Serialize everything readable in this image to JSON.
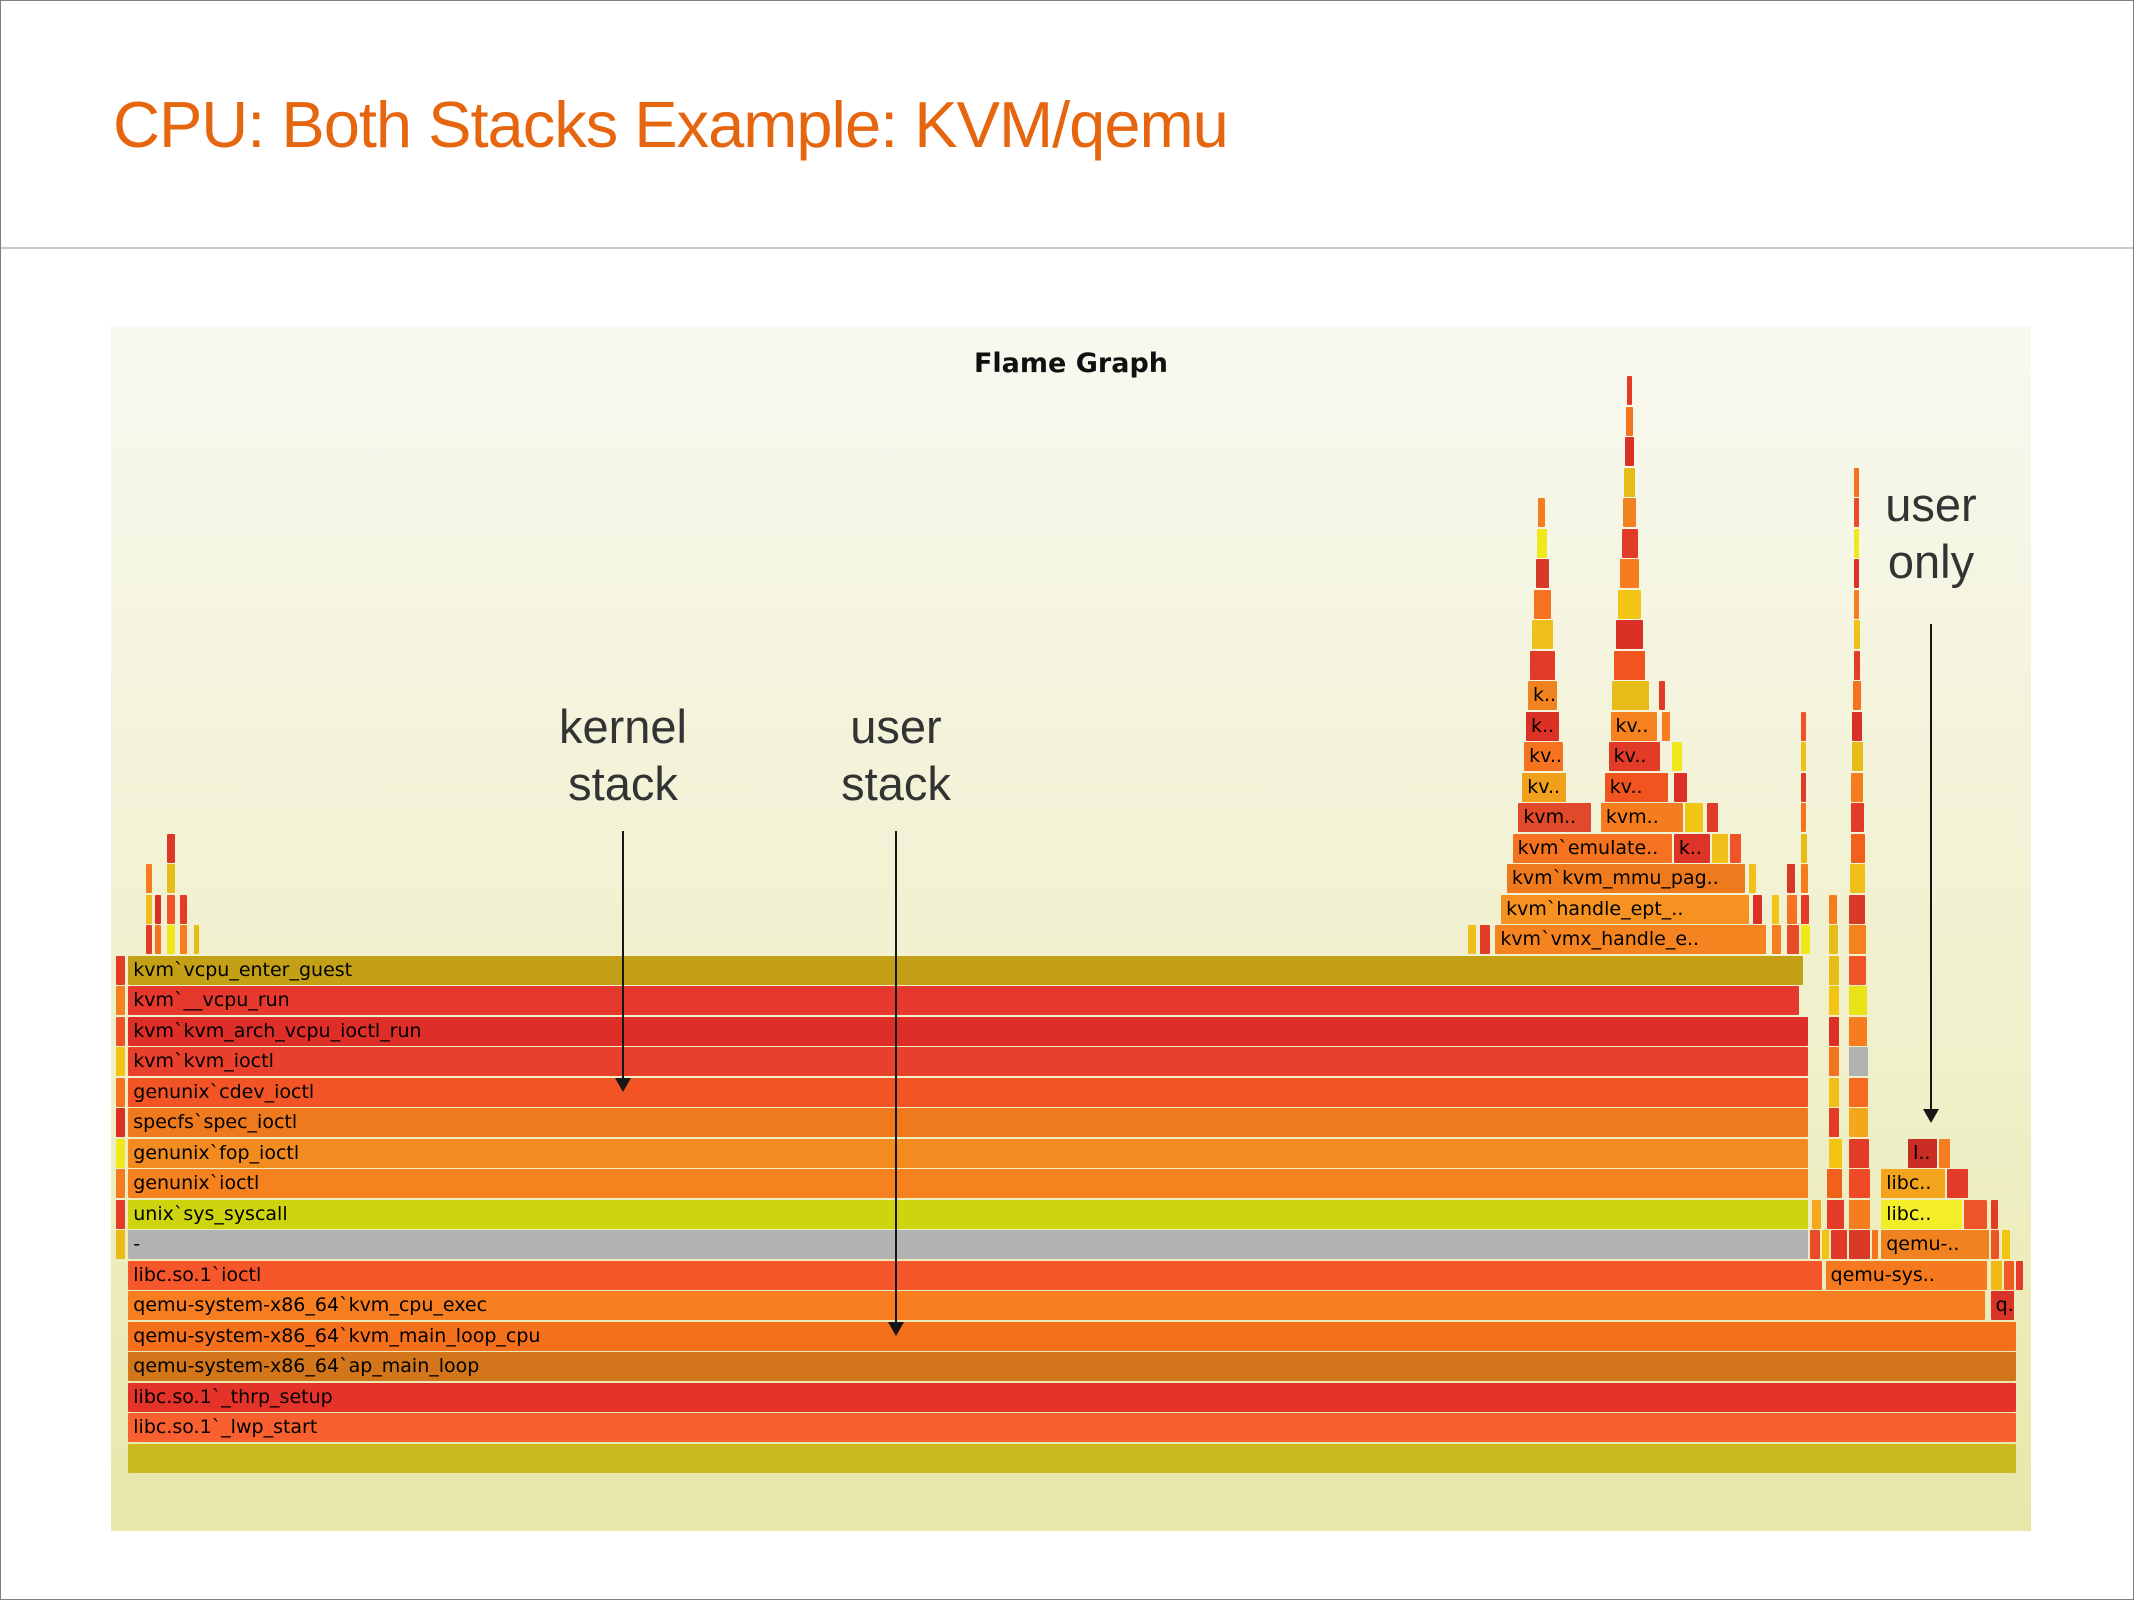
{
  "slide": {
    "title": "CPU: Both Stacks Example: KVM/qemu"
  },
  "chart_data": {
    "type": "flamegraph",
    "title": "Flame Graph",
    "annotations": [
      {
        "label": "kernel\nstack"
      },
      {
        "label": "user\nstack"
      },
      {
        "label": "user\nonly"
      }
    ],
    "frames": [
      {
        "d": 0,
        "x": 0.9,
        "w": 98.3,
        "c": "#c9b91d",
        "t": ""
      },
      {
        "d": 1,
        "x": 0.9,
        "w": 98.3,
        "c": "#f86030",
        "t": "libc.so.1`_lwp_start"
      },
      {
        "d": 2,
        "x": 0.9,
        "w": 98.3,
        "c": "#e43329",
        "t": "libc.so.1`_thrp_setup"
      },
      {
        "d": 3,
        "x": 0.9,
        "w": 98.3,
        "c": "#d3761b",
        "t": "qemu-system-x86_64`ap_main_loop"
      },
      {
        "d": 4,
        "x": 0.9,
        "w": 98.3,
        "c": "#f4701d",
        "t": "qemu-system-x86_64`kvm_main_loop_cpu"
      },
      {
        "d": 5,
        "x": 0.9,
        "w": 96.7,
        "c": "#f67e21",
        "t": "qemu-system-x86_64`kvm_cpu_exec"
      },
      {
        "d": 5,
        "x": 97.9,
        "w": 1.2,
        "c": "#da3328",
        "t": "q.."
      },
      {
        "d": 6,
        "x": 0.9,
        "w": 88.2,
        "c": "#f5572b",
        "t": "libc.so.1`ioctl"
      },
      {
        "d": 6,
        "x": 89.3,
        "w": 8.4,
        "c": "#f57a1f",
        "t": "qemu-sys.."
      },
      {
        "d": 6,
        "x": 97.9,
        "w": 0.6,
        "c": "#f0b917",
        "t": ""
      },
      {
        "d": 6,
        "x": 98.6,
        "w": 0.5,
        "c": "#ef5c28",
        "t": ""
      },
      {
        "d": 6,
        "x": 99.2,
        "w": 0.4,
        "c": "#e23b27",
        "t": ""
      },
      {
        "d": 7,
        "x": 0.9,
        "w": 87.5,
        "c": "#b2b2b2",
        "t": "-"
      },
      {
        "d": 7,
        "x": 88.5,
        "w": 0.5,
        "c": "#e84a2a",
        "t": ""
      },
      {
        "d": 7,
        "x": 89.1,
        "w": 0.4,
        "c": "#f2c414",
        "t": ""
      },
      {
        "d": 7,
        "x": 89.6,
        "w": 0.8,
        "c": "#e0392b",
        "t": ""
      },
      {
        "d": 7,
        "x": 90.5,
        "w": 1.1,
        "c": "#d93a28",
        "t": ""
      },
      {
        "d": 7,
        "x": 91.7,
        "w": 0.35,
        "c": "#f57320",
        "t": ""
      },
      {
        "d": 7,
        "x": 92.2,
        "w": 5.6,
        "c": "#f08320",
        "t": "qemu-.."
      },
      {
        "d": 7,
        "x": 97.9,
        "w": 0.45,
        "c": "#ef5328",
        "t": ""
      },
      {
        "d": 7,
        "x": 98.5,
        "w": 0.4,
        "c": "#f2c414",
        "t": ""
      },
      {
        "d": 8,
        "x": 0.9,
        "w": 87.5,
        "c": "#ced40e",
        "t": "unix`sys_syscall"
      },
      {
        "d": 8,
        "x": 88.6,
        "w": 0.45,
        "c": "#f3a81b",
        "t": ""
      },
      {
        "d": 8,
        "x": 89.4,
        "w": 0.85,
        "c": "#e23b27",
        "t": ""
      },
      {
        "d": 8,
        "x": 90.5,
        "w": 1.1,
        "c": "#f57d20",
        "t": ""
      },
      {
        "d": 8,
        "x": 92.2,
        "w": 4.2,
        "c": "#f3ee28",
        "t": "libc.."
      },
      {
        "d": 8,
        "x": 96.5,
        "w": 1.2,
        "c": "#ef5328",
        "t": ""
      },
      {
        "d": 8,
        "x": 97.9,
        "w": 0.4,
        "c": "#e23b27",
        "t": ""
      },
      {
        "d": 9,
        "x": 0.9,
        "w": 87.5,
        "c": "#f5821f",
        "t": "genunix`ioctl"
      },
      {
        "d": 9,
        "x": 89.4,
        "w": 0.75,
        "c": "#f2611c",
        "t": ""
      },
      {
        "d": 9,
        "x": 90.5,
        "w": 1.1,
        "c": "#ef4a26",
        "t": ""
      },
      {
        "d": 9,
        "x": 92.2,
        "w": 3.3,
        "c": "#f4a31c",
        "t": "libc.."
      },
      {
        "d": 9,
        "x": 95.6,
        "w": 1.1,
        "c": "#e23b27",
        "t": ""
      },
      {
        "d": 10,
        "x": 0.9,
        "w": 87.5,
        "c": "#f28c20",
        "t": "genunix`fop_ioctl"
      },
      {
        "d": 10,
        "x": 89.5,
        "w": 0.65,
        "c": "#f2c414",
        "t": ""
      },
      {
        "d": 10,
        "x": 90.5,
        "w": 1.05,
        "c": "#e23b27",
        "t": ""
      },
      {
        "d": 10,
        "x": 93.6,
        "w": 1.5,
        "c": "#c92d23",
        "t": "l.."
      },
      {
        "d": 10,
        "x": 95.2,
        "w": 0.6,
        "c": "#f57d20",
        "t": ""
      },
      {
        "d": 11,
        "x": 0.9,
        "w": 87.5,
        "c": "#ee7a1d",
        "t": "specfs`spec_ioctl"
      },
      {
        "d": 11,
        "x": 89.5,
        "w": 0.5,
        "c": "#e23b27",
        "t": ""
      },
      {
        "d": 11,
        "x": 90.5,
        "w": 1.0,
        "c": "#f3a81b",
        "t": ""
      },
      {
        "d": 12,
        "x": 0.9,
        "w": 87.5,
        "c": "#f25426",
        "t": "genunix`cdev_ioctl"
      },
      {
        "d": 12,
        "x": 89.5,
        "w": 0.5,
        "c": "#f0bf1a",
        "t": ""
      },
      {
        "d": 12,
        "x": 90.5,
        "w": 1.0,
        "c": "#f56a1e",
        "t": ""
      },
      {
        "d": 13,
        "x": 0.9,
        "w": 87.5,
        "c": "#e8402c",
        "t": "kvm`kvm_ioctl"
      },
      {
        "d": 13,
        "x": 89.5,
        "w": 0.5,
        "c": "#f57320",
        "t": ""
      },
      {
        "d": 13,
        "x": 90.5,
        "w": 1.0,
        "c": "#b2b2b2",
        "t": ""
      },
      {
        "d": 14,
        "x": 0.9,
        "w": 87.5,
        "c": "#dd2f28",
        "t": "kvm`kvm_arch_vcpu_ioctl_run"
      },
      {
        "d": 14,
        "x": 89.5,
        "w": 0.5,
        "c": "#da3025",
        "t": ""
      },
      {
        "d": 14,
        "x": 90.5,
        "w": 0.95,
        "c": "#f57d20",
        "t": ""
      },
      {
        "d": 15,
        "x": 0.9,
        "w": 87.0,
        "c": "#e5392d",
        "t": "kvm`__vcpu_run"
      },
      {
        "d": 15,
        "x": 89.5,
        "w": 0.5,
        "c": "#f2c414",
        "t": ""
      },
      {
        "d": 15,
        "x": 90.5,
        "w": 0.95,
        "c": "#e8e418",
        "t": ""
      },
      {
        "d": 16,
        "x": 0.9,
        "w": 87.2,
        "c": "#c3a016",
        "t": "kvm`vcpu_enter_guest"
      },
      {
        "d": 16,
        "x": 89.5,
        "w": 0.5,
        "c": "#e8bc18",
        "t": ""
      },
      {
        "d": 16,
        "x": 90.5,
        "w": 0.9,
        "c": "#ef5328",
        "t": ""
      },
      {
        "d": 7,
        "x": 0.25,
        "w": 0.5,
        "c": "#e8bc18",
        "t": ""
      },
      {
        "d": 8,
        "x": 0.25,
        "w": 0.5,
        "c": "#e23b27",
        "t": ""
      },
      {
        "d": 9,
        "x": 0.25,
        "w": 0.5,
        "c": "#f57d20",
        "t": ""
      },
      {
        "d": 10,
        "x": 0.25,
        "w": 0.5,
        "c": "#f0e81a",
        "t": ""
      },
      {
        "d": 11,
        "x": 0.25,
        "w": 0.5,
        "c": "#da3025",
        "t": ""
      },
      {
        "d": 12,
        "x": 0.25,
        "w": 0.5,
        "c": "#f57320",
        "t": ""
      },
      {
        "d": 13,
        "x": 0.25,
        "w": 0.5,
        "c": "#f2c414",
        "t": ""
      },
      {
        "d": 14,
        "x": 0.25,
        "w": 0.5,
        "c": "#ef5328",
        "t": ""
      },
      {
        "d": 15,
        "x": 0.25,
        "w": 0.5,
        "c": "#f5821f",
        "t": ""
      },
      {
        "d": 16,
        "x": 0.25,
        "w": 0.5,
        "c": "#e23b27",
        "t": ""
      },
      {
        "d": 17,
        "x": 1.8,
        "w": 0.35,
        "c": "#e23b27",
        "t": ""
      },
      {
        "d": 18,
        "x": 1.8,
        "w": 0.35,
        "c": "#f0bf1a",
        "t": ""
      },
      {
        "d": 19,
        "x": 1.8,
        "w": 0.35,
        "c": "#f57d20",
        "t": ""
      },
      {
        "d": 17,
        "x": 2.3,
        "w": 0.3,
        "c": "#f57320",
        "t": ""
      },
      {
        "d": 18,
        "x": 2.3,
        "w": 0.3,
        "c": "#da3025",
        "t": ""
      },
      {
        "d": 17,
        "x": 2.9,
        "w": 0.45,
        "c": "#f0e81a",
        "t": ""
      },
      {
        "d": 18,
        "x": 2.9,
        "w": 0.45,
        "c": "#ef5328",
        "t": ""
      },
      {
        "d": 19,
        "x": 2.9,
        "w": 0.45,
        "c": "#e8bc18",
        "t": ""
      },
      {
        "d": 20,
        "x": 2.9,
        "w": 0.45,
        "c": "#d93a28",
        "t": ""
      },
      {
        "d": 17,
        "x": 3.6,
        "w": 0.35,
        "c": "#f57d20",
        "t": ""
      },
      {
        "d": 18,
        "x": 3.6,
        "w": 0.35,
        "c": "#e23b27",
        "t": ""
      },
      {
        "d": 17,
        "x": 4.3,
        "w": 0.3,
        "c": "#e8bc18",
        "t": ""
      },
      {
        "d": 17,
        "x": 70.7,
        "w": 0.4,
        "c": "#f0bf1a",
        "t": ""
      },
      {
        "d": 17,
        "x": 71.3,
        "w": 0.5,
        "c": "#e23b27",
        "t": ""
      },
      {
        "d": 17,
        "x": 72.1,
        "w": 14.1,
        "c": "#f58420",
        "t": "kvm`vmx_handle_e.."
      },
      {
        "d": 17,
        "x": 86.5,
        "w": 0.5,
        "c": "#f57d20",
        "t": ""
      },
      {
        "d": 17,
        "x": 87.3,
        "w": 0.6,
        "c": "#e84a2a",
        "t": ""
      },
      {
        "d": 17,
        "x": 88.0,
        "w": 0.5,
        "c": "#f0e81a",
        "t": ""
      },
      {
        "d": 18,
        "x": 72.4,
        "w": 12.9,
        "c": "#f69222",
        "t": "kvm`handle_ept_.."
      },
      {
        "d": 18,
        "x": 85.5,
        "w": 0.5,
        "c": "#da3025",
        "t": ""
      },
      {
        "d": 18,
        "x": 86.5,
        "w": 0.4,
        "c": "#f2c414",
        "t": ""
      },
      {
        "d": 18,
        "x": 87.3,
        "w": 0.5,
        "c": "#f57320",
        "t": ""
      },
      {
        "d": 18,
        "x": 88.0,
        "w": 0.45,
        "c": "#e23b27",
        "t": ""
      },
      {
        "d": 19,
        "x": 72.7,
        "w": 12.4,
        "c": "#ef7a1e",
        "t": "kvm`kvm_mmu_pag.."
      },
      {
        "d": 19,
        "x": 85.3,
        "w": 0.4,
        "c": "#f0bf1a",
        "t": ""
      },
      {
        "d": 19,
        "x": 87.3,
        "w": 0.4,
        "c": "#d93a28",
        "t": ""
      },
      {
        "d": 19,
        "x": 88.0,
        "w": 0.4,
        "c": "#f57d20",
        "t": ""
      },
      {
        "d": 20,
        "x": 73.0,
        "w": 8.3,
        "c": "#f57320",
        "t": "kvm`emulate.."
      },
      {
        "d": 20,
        "x": 81.4,
        "w": 1.9,
        "c": "#dd3427",
        "t": "k.."
      },
      {
        "d": 20,
        "x": 83.4,
        "w": 0.8,
        "c": "#f0bf1a",
        "t": ""
      },
      {
        "d": 20,
        "x": 84.3,
        "w": 0.6,
        "c": "#ef5328",
        "t": ""
      },
      {
        "d": 20,
        "x": 88.0,
        "w": 0.35,
        "c": "#e8bc18",
        "t": ""
      },
      {
        "d": 21,
        "x": 73.3,
        "w": 3.8,
        "c": "#e04a2a",
        "t": "kvm.."
      },
      {
        "d": 21,
        "x": 77.6,
        "w": 4.3,
        "c": "#f57d20",
        "t": "kvm.."
      },
      {
        "d": 21,
        "x": 82.0,
        "w": 0.9,
        "c": "#f2c414",
        "t": ""
      },
      {
        "d": 21,
        "x": 83.1,
        "w": 0.6,
        "c": "#e23b27",
        "t": ""
      },
      {
        "d": 21,
        "x": 88.0,
        "w": 0.3,
        "c": "#f57320",
        "t": ""
      },
      {
        "d": 22,
        "x": 73.5,
        "w": 2.3,
        "c": "#f0a01b",
        "t": "kv.."
      },
      {
        "d": 22,
        "x": 77.8,
        "w": 3.3,
        "c": "#f0541f",
        "t": "kv.."
      },
      {
        "d": 22,
        "x": 81.4,
        "w": 0.7,
        "c": "#da3025",
        "t": ""
      },
      {
        "d": 22,
        "x": 88.0,
        "w": 0.3,
        "c": "#e23b27",
        "t": ""
      },
      {
        "d": 23,
        "x": 73.6,
        "w": 2.0,
        "c": "#f57320",
        "t": "kv.."
      },
      {
        "d": 23,
        "x": 78.0,
        "w": 2.7,
        "c": "#e23b27",
        "t": "kv.."
      },
      {
        "d": 23,
        "x": 81.3,
        "w": 0.5,
        "c": "#f0e81a",
        "t": ""
      },
      {
        "d": 23,
        "x": 88.0,
        "w": 0.25,
        "c": "#f0bf1a",
        "t": ""
      },
      {
        "d": 24,
        "x": 73.7,
        "w": 1.7,
        "c": "#da3025",
        "t": "k.."
      },
      {
        "d": 24,
        "x": 78.1,
        "w": 2.4,
        "c": "#f5821f",
        "t": "kv.."
      },
      {
        "d": 24,
        "x": 80.8,
        "w": 0.4,
        "c": "#f57d20",
        "t": ""
      },
      {
        "d": 24,
        "x": 88.0,
        "w": 0.25,
        "c": "#ef5328",
        "t": ""
      },
      {
        "d": 25,
        "x": 73.8,
        "w": 1.5,
        "c": "#f08320",
        "t": "k.."
      },
      {
        "d": 25,
        "x": 78.2,
        "w": 1.9,
        "c": "#e8bc18",
        "t": ""
      },
      {
        "d": 25,
        "x": 80.6,
        "w": 0.35,
        "c": "#e23b27",
        "t": ""
      },
      {
        "d": 26,
        "x": 73.9,
        "w": 1.3,
        "c": "#e23b27",
        "t": ""
      },
      {
        "d": 26,
        "x": 78.3,
        "w": 1.6,
        "c": "#f0541f",
        "t": ""
      },
      {
        "d": 27,
        "x": 74.0,
        "w": 1.1,
        "c": "#f0bf1a",
        "t": ""
      },
      {
        "d": 27,
        "x": 78.4,
        "w": 1.4,
        "c": "#da3025",
        "t": ""
      },
      {
        "d": 28,
        "x": 74.1,
        "w": 0.9,
        "c": "#f57320",
        "t": ""
      },
      {
        "d": 28,
        "x": 78.5,
        "w": 1.2,
        "c": "#f2c414",
        "t": ""
      },
      {
        "d": 29,
        "x": 74.2,
        "w": 0.7,
        "c": "#d93a28",
        "t": ""
      },
      {
        "d": 29,
        "x": 78.6,
        "w": 1.0,
        "c": "#f57d20",
        "t": ""
      },
      {
        "d": 30,
        "x": 74.25,
        "w": 0.55,
        "c": "#f0e81a",
        "t": ""
      },
      {
        "d": 30,
        "x": 78.7,
        "w": 0.85,
        "c": "#e23b27",
        "t": ""
      },
      {
        "d": 31,
        "x": 74.3,
        "w": 0.4,
        "c": "#f57d20",
        "t": ""
      },
      {
        "d": 31,
        "x": 78.75,
        "w": 0.7,
        "c": "#f08320",
        "t": ""
      },
      {
        "d": 32,
        "x": 78.8,
        "w": 0.6,
        "c": "#e8bc18",
        "t": ""
      },
      {
        "d": 33,
        "x": 78.85,
        "w": 0.45,
        "c": "#da3025",
        "t": ""
      },
      {
        "d": 34,
        "x": 78.9,
        "w": 0.35,
        "c": "#f57320",
        "t": ""
      },
      {
        "d": 35,
        "x": 78.95,
        "w": 0.25,
        "c": "#e23b27",
        "t": ""
      },
      {
        "d": 17,
        "x": 90.5,
        "w": 0.9,
        "c": "#f5821f",
        "t": ""
      },
      {
        "d": 18,
        "x": 90.5,
        "w": 0.85,
        "c": "#d93a28",
        "t": ""
      },
      {
        "d": 19,
        "x": 90.55,
        "w": 0.8,
        "c": "#f0bf1a",
        "t": ""
      },
      {
        "d": 20,
        "x": 90.6,
        "w": 0.75,
        "c": "#f2611c",
        "t": ""
      },
      {
        "d": 21,
        "x": 90.6,
        "w": 0.7,
        "c": "#e23b27",
        "t": ""
      },
      {
        "d": 22,
        "x": 90.65,
        "w": 0.6,
        "c": "#f57d20",
        "t": ""
      },
      {
        "d": 23,
        "x": 90.7,
        "w": 0.55,
        "c": "#e8bc18",
        "t": ""
      },
      {
        "d": 24,
        "x": 90.7,
        "w": 0.5,
        "c": "#da3025",
        "t": ""
      },
      {
        "d": 25,
        "x": 90.75,
        "w": 0.4,
        "c": "#f57320",
        "t": ""
      },
      {
        "d": 26,
        "x": 90.8,
        "w": 0.3,
        "c": "#e23b27",
        "t": ""
      },
      {
        "d": 27,
        "x": 90.8,
        "w": 0.28,
        "c": "#f0bf1a",
        "t": ""
      },
      {
        "d": 28,
        "x": 90.8,
        "w": 0.26,
        "c": "#f57d20",
        "t": ""
      },
      {
        "d": 29,
        "x": 90.8,
        "w": 0.24,
        "c": "#da3025",
        "t": ""
      },
      {
        "d": 30,
        "x": 90.8,
        "w": 0.22,
        "c": "#f0e81a",
        "t": ""
      },
      {
        "d": 31,
        "x": 90.8,
        "w": 0.2,
        "c": "#e84a2a",
        "t": ""
      },
      {
        "d": 32,
        "x": 90.8,
        "w": 0.18,
        "c": "#f57320",
        "t": ""
      },
      {
        "d": 11,
        "x": 89.5,
        "w": 0.5,
        "c": "#e23b27",
        "t": ""
      },
      {
        "d": 17,
        "x": 89.5,
        "w": 0.45,
        "c": "#e8bc18",
        "t": ""
      },
      {
        "d": 18,
        "x": 89.5,
        "w": 0.4,
        "c": "#f57d20",
        "t": ""
      }
    ]
  }
}
